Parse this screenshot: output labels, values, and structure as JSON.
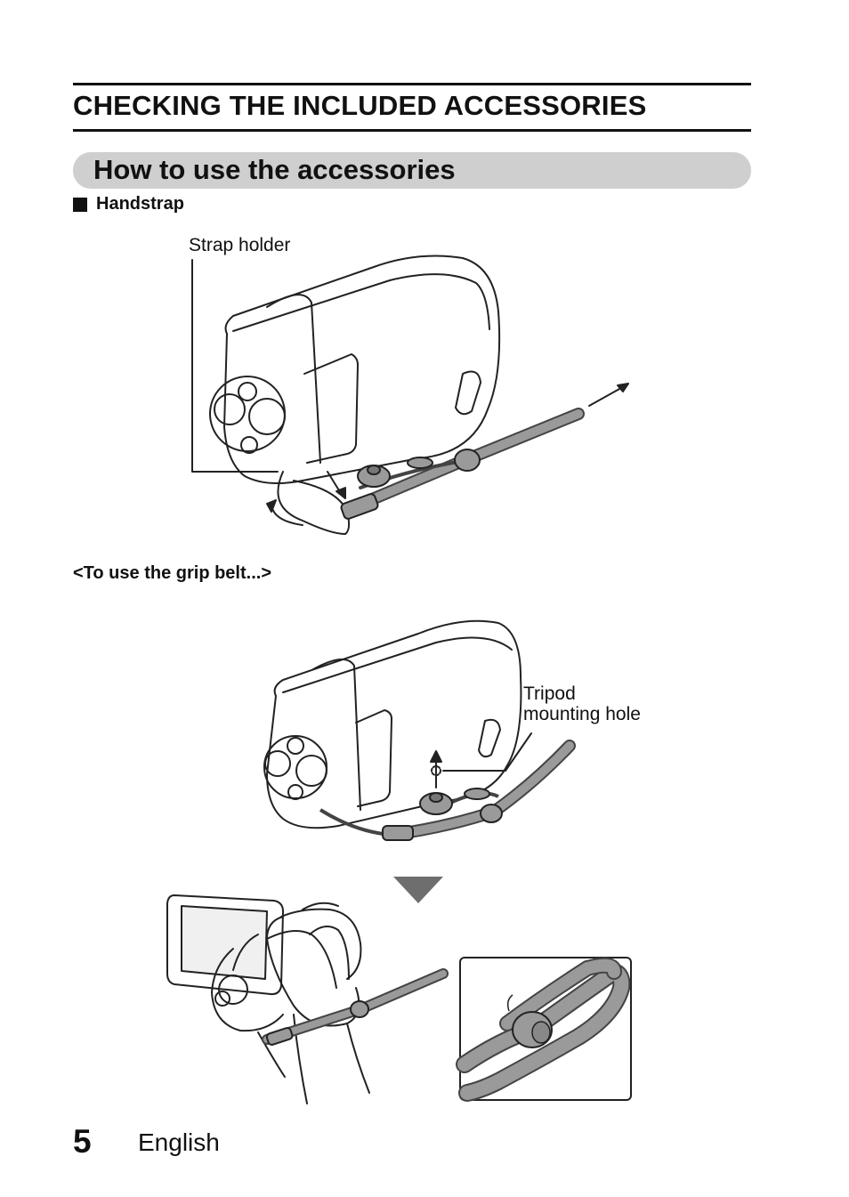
{
  "header": {
    "chapter_title": "CHECKING THE INCLUDED ACCESSORIES",
    "section_title": "How to use the accessories"
  },
  "handstrap": {
    "bullet_glyph": "■",
    "heading": "Handstrap",
    "strap_holder_label": "Strap holder"
  },
  "grip_belt": {
    "heading": "<To use the grip belt...>",
    "tripod_label_line1": "Tripod",
    "tripod_label_line2": "mounting hole"
  },
  "footer": {
    "page_number": "5",
    "language": "English"
  },
  "colors": {
    "section_bar": "#cfcfcf",
    "rule": "#111111",
    "strap": "#8c8c8c",
    "device_outline": "#222222"
  },
  "icons": [
    "camcorder-illustration",
    "handstrap-illustration",
    "down-triangle-icon",
    "hand-grip-illustration",
    "strap-loop-detail"
  ]
}
